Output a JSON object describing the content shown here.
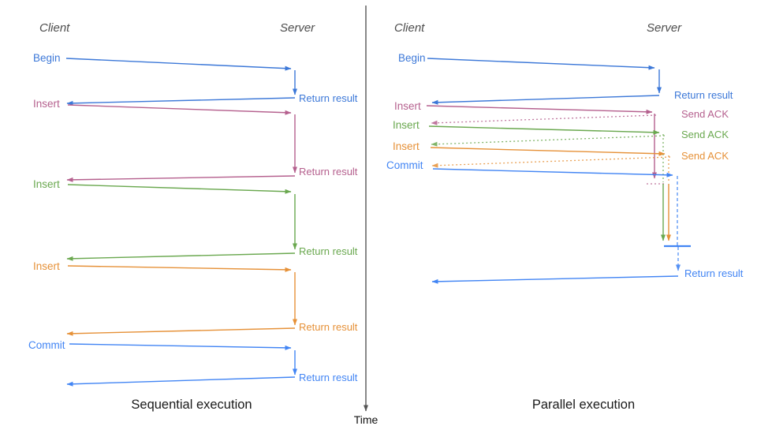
{
  "diagram": {
    "time_axis_label": "Time",
    "colors": {
      "blue": "#3c78d8",
      "blue_bright": "#4285f4",
      "pink": "#b5608e",
      "green": "#6aa84f",
      "orange": "#e69138",
      "axis": "#555555"
    },
    "sequential": {
      "caption": "Sequential execution",
      "client": "Client",
      "server": "Server",
      "ops": [
        {
          "label": "Begin",
          "response": "Return result"
        },
        {
          "label": "Insert",
          "response": "Return result"
        },
        {
          "label": "Insert",
          "response": "Return result"
        },
        {
          "label": "Insert",
          "response": "Return result"
        },
        {
          "label": "Commit",
          "response": "Return result"
        }
      ]
    },
    "parallel": {
      "caption": "Parallel execution",
      "client": "Client",
      "server": "Server",
      "ops": [
        {
          "label": "Begin",
          "response": "Return result"
        },
        {
          "label": "Insert",
          "response": "Send ACK"
        },
        {
          "label": "Insert",
          "response": "Send ACK"
        },
        {
          "label": "Insert",
          "response": "Send ACK"
        },
        {
          "label": "Commit",
          "response": ""
        }
      ],
      "final_response": "Return result"
    }
  }
}
